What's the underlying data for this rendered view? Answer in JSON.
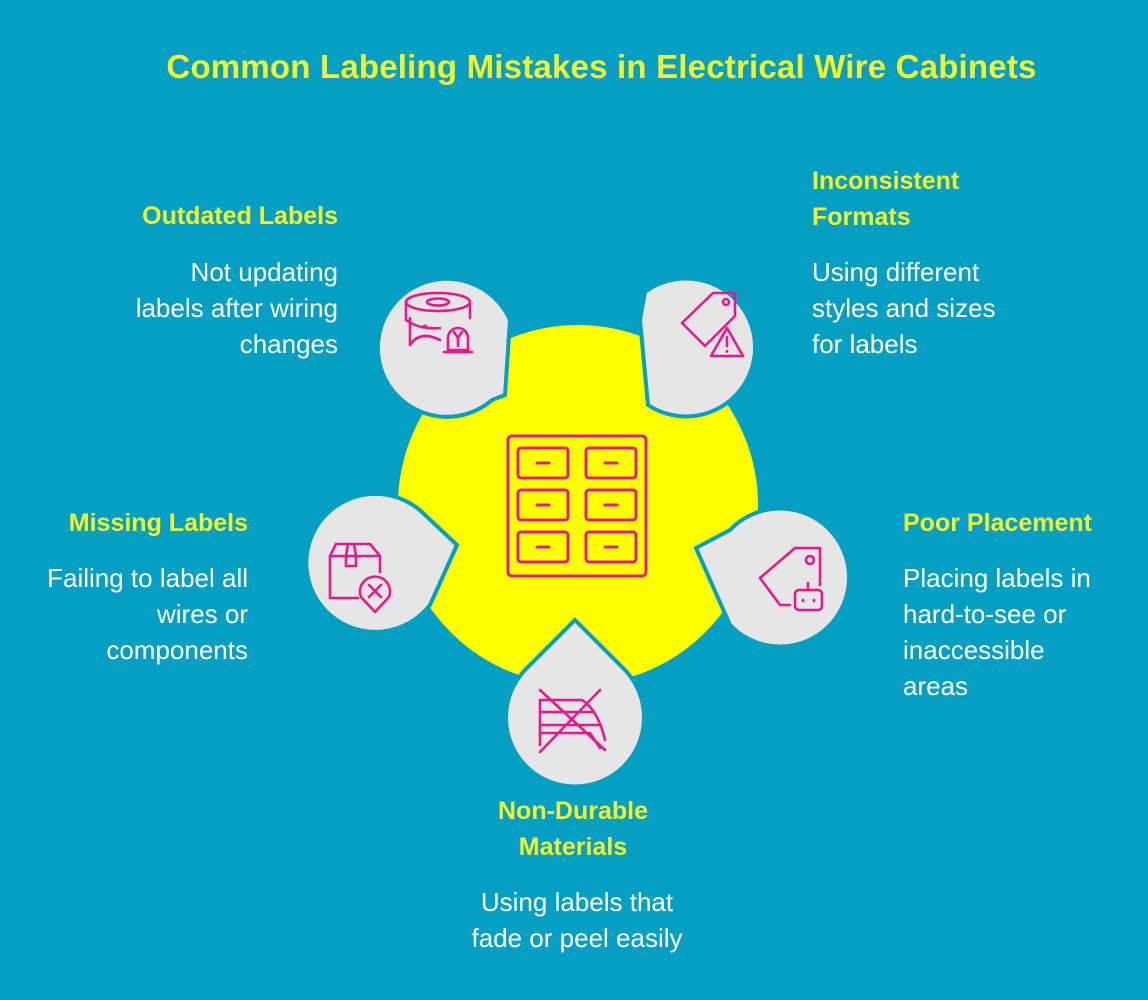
{
  "title": "Common Labeling Mistakes in Electrical Wire Cabinets",
  "colors": {
    "background": "#069FC4",
    "center_circle": "#FFFF00",
    "petal": "#E6E6E6",
    "icon": "#E5198C",
    "heading": "#F3F32B",
    "text": "#FFFFFF"
  },
  "center": {
    "icon": "cabinet-drawers-icon"
  },
  "items": [
    {
      "key": "outdated",
      "heading_lines": [
        "Outdated Labels"
      ],
      "desc_lines": [
        "Not updating",
        "labels after wiring",
        "changes"
      ],
      "icon": "label-roll-icon"
    },
    {
      "key": "inconsistent",
      "heading_lines": [
        "Inconsistent",
        "Formats"
      ],
      "desc_lines": [
        "Using different",
        "styles and sizes",
        "for labels"
      ],
      "icon": "tag-warning-icon"
    },
    {
      "key": "missing",
      "heading_lines": [
        "Missing Labels"
      ],
      "desc_lines": [
        "Failing to label all",
        "wires or",
        "components"
      ],
      "icon": "box-x-icon"
    },
    {
      "key": "placement",
      "heading_lines": [
        "Poor Placement"
      ],
      "desc_lines": [
        "Placing labels in",
        "hard-to-see or",
        "inaccessible",
        "areas"
      ],
      "icon": "tag-plug-icon"
    },
    {
      "key": "nondurable",
      "heading_lines": [
        "Non-Durable",
        "Materials"
      ],
      "desc_lines": [
        "Using labels that",
        "fade or peel easily"
      ],
      "icon": "crossed-material-icon"
    }
  ]
}
